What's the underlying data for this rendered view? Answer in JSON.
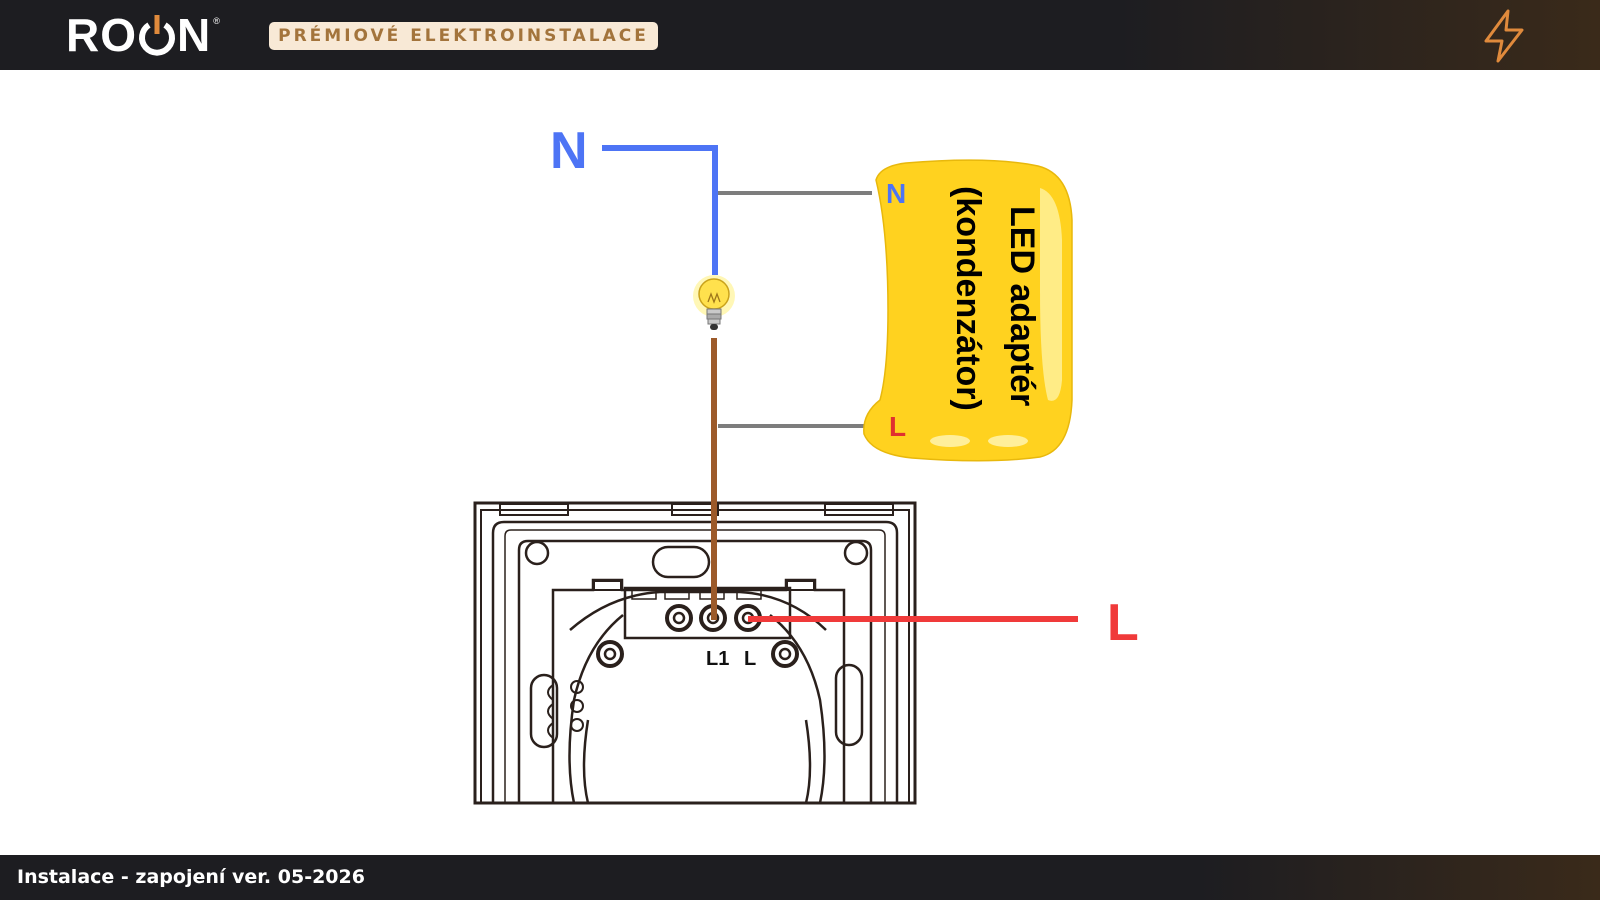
{
  "header": {
    "logo_text_left": "RO",
    "logo_text_right": "N",
    "logo_mark": "®",
    "tagline": "PRÉMIOVÉ ELEKTROINSTALACE",
    "icon": "lightning-bolt-icon"
  },
  "diagram": {
    "neutral_label": "N",
    "live_label": "L",
    "adapter": {
      "line1": "LED adaptér",
      "line2": "(kondenzátor)",
      "terminal_n": "N",
      "terminal_l": "L"
    },
    "switch_terminals": {
      "l1": "L1",
      "l": "L"
    },
    "colors": {
      "neutral": "#4d74f5",
      "live": "#f03a3a",
      "switched": "#9c5a2a",
      "adapter_lead": "#7d7d7d",
      "adapter_body": "#ffd21f",
      "accent": "#e08a3c"
    }
  },
  "footer": {
    "text": "Instalace - zapojení ver. 05-2026"
  }
}
